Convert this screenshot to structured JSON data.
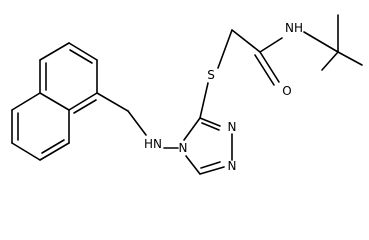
{
  "atoms": {
    "nh_amide": "NH",
    "s_thioether": "S",
    "o_carbonyl": "O",
    "n_ring_top": "N",
    "n_ring_right": "N",
    "n_ring_4": "N",
    "nh_amino": "HN"
  },
  "colors": {
    "bond": "#000000",
    "label": "#000000",
    "background": "#ffffff"
  }
}
